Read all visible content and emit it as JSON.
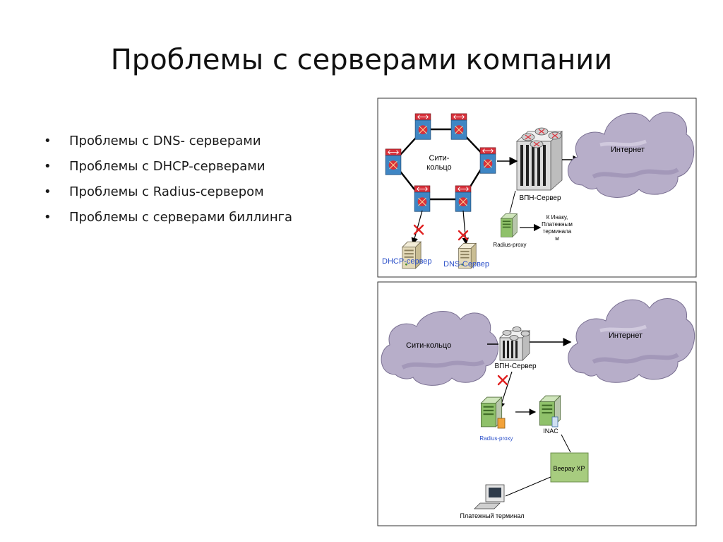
{
  "slide": {
    "title": "Проблемы с серверами компании",
    "bullet_symbol": "•",
    "bullets": [
      "Проблемы с DNS- серверами",
      "Проблемы с DHCP-серверами",
      "Проблемы с Radius-сервером",
      "Проблемы с серверами биллинга"
    ]
  },
  "diagram_top": {
    "ring_label_line1": "Сити-",
    "ring_label_line2": "кольцо",
    "vpn_label": "ВПН-Сервер",
    "internet_label": "Интернет",
    "radius_label": "Radius-proxy",
    "inak_line1": "К Инаку,",
    "inak_line2": "Платежным",
    "inak_line3": "терминала",
    "inak_line4": "м",
    "dhcp_label": "DHCP-сервер",
    "dns_label": "DNS-Сервер"
  },
  "diagram_bottom": {
    "city_label": "Сити-кольцо",
    "vpn_label": "ВПН-Сервер",
    "internet_label": "Интернет",
    "radius_label": "Radius-proxy",
    "inac_label": "INAC",
    "beepay_label": "Beepay XP",
    "terminal_label": "Платежный терминал"
  },
  "colors": {
    "cloud_fill": "#b7aec9",
    "cloud_shade": "#9a8fb2",
    "router_red": "#d9313b",
    "router_blue": "#3f86c4",
    "server_beige": "#e3d9b8",
    "server_green": "#8fc16a",
    "beepay_fill": "#a7cc7f",
    "fail_red": "#e02020",
    "label_blue": "#2a4fc9"
  }
}
